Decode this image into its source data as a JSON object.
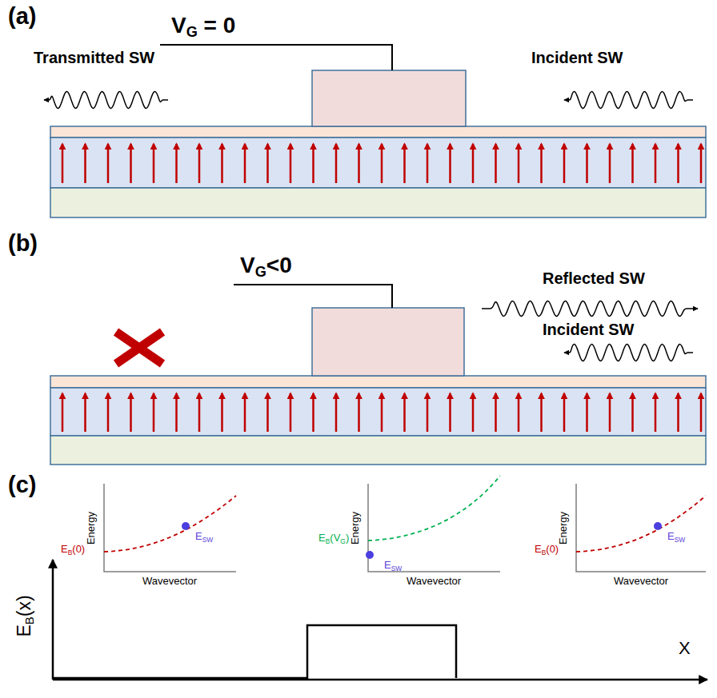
{
  "diagram": {
    "labels": [
      "(a)",
      "VG = 0",
      "Transmitted SW",
      "Incident SW",
      "(b)",
      "VG<0",
      "Reflected SW",
      "Incident SW",
      "(c)",
      "Energy",
      "EB(0)",
      "ESW",
      "Wavevector",
      "Energy",
      "EB(VG)",
      "ESW",
      "Wavevector",
      "Energy",
      "EB(0)",
      "ESW",
      "Wavevector",
      "EB(x)",
      "X"
    ]
  }
}
